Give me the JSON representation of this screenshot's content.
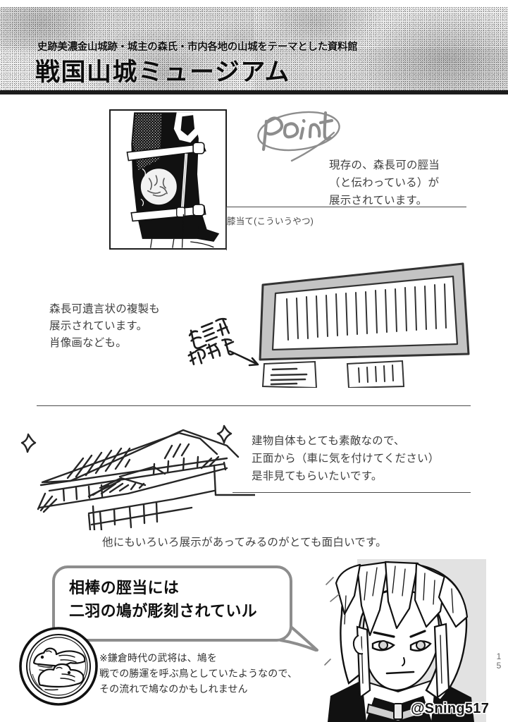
{
  "page": {
    "number_digits": [
      "1",
      "5"
    ],
    "background_color": "#ffffff"
  },
  "banner": {
    "subtitle": "史跡美濃金山城跡・城主の森氏・市内各地の山城をテーマとした資料館",
    "title": "戦国山城ミュージアム",
    "texture": "stone-rubbing",
    "rule_color": "#1c1c1c"
  },
  "sections": {
    "point": {
      "scribble_label": "point",
      "scribble_color": "#8d8d8d",
      "description": "現存の、森長可の脛当\n（と伝わっている）が\n展示されています。",
      "image_caption": "膝当て(こういうやつ)",
      "image_alt": "脛当てイラスト"
    },
    "will": {
      "description": "森長可遺言状の複製も\n展示されています。\n肖像画なども。",
      "handwritten_label": "遺言状\n解説有",
      "frame_alt": "額装された遺言状の展示"
    },
    "building": {
      "description": "建物自体もとても素敵なので、\n正面から（車に気を付けてください）\n是非見てもらいたいです。",
      "building_alt": "ミュージアム建物スケッチ"
    },
    "other": {
      "description": "他にもいろいろ展示があってみるのがとても面白いです。"
    },
    "bubble": {
      "text": "相棒の脛当には\n二羽の鳩が彫刻されていル",
      "border_color": "#8d8d8d"
    },
    "emblem": {
      "alt": "二羽の鳩の彫刻紋"
    },
    "footnote": {
      "text": "※鎌倉時代の武将は、鳩を\n戦での勝運を呼ぶ鳥としていたようなので、\nその流れで鳩なのかもしれません"
    },
    "character": {
      "signature": "@Sning517",
      "alt": "白髪の青年キャラクターイラスト",
      "panel_background": "#e2e2e2"
    }
  }
}
